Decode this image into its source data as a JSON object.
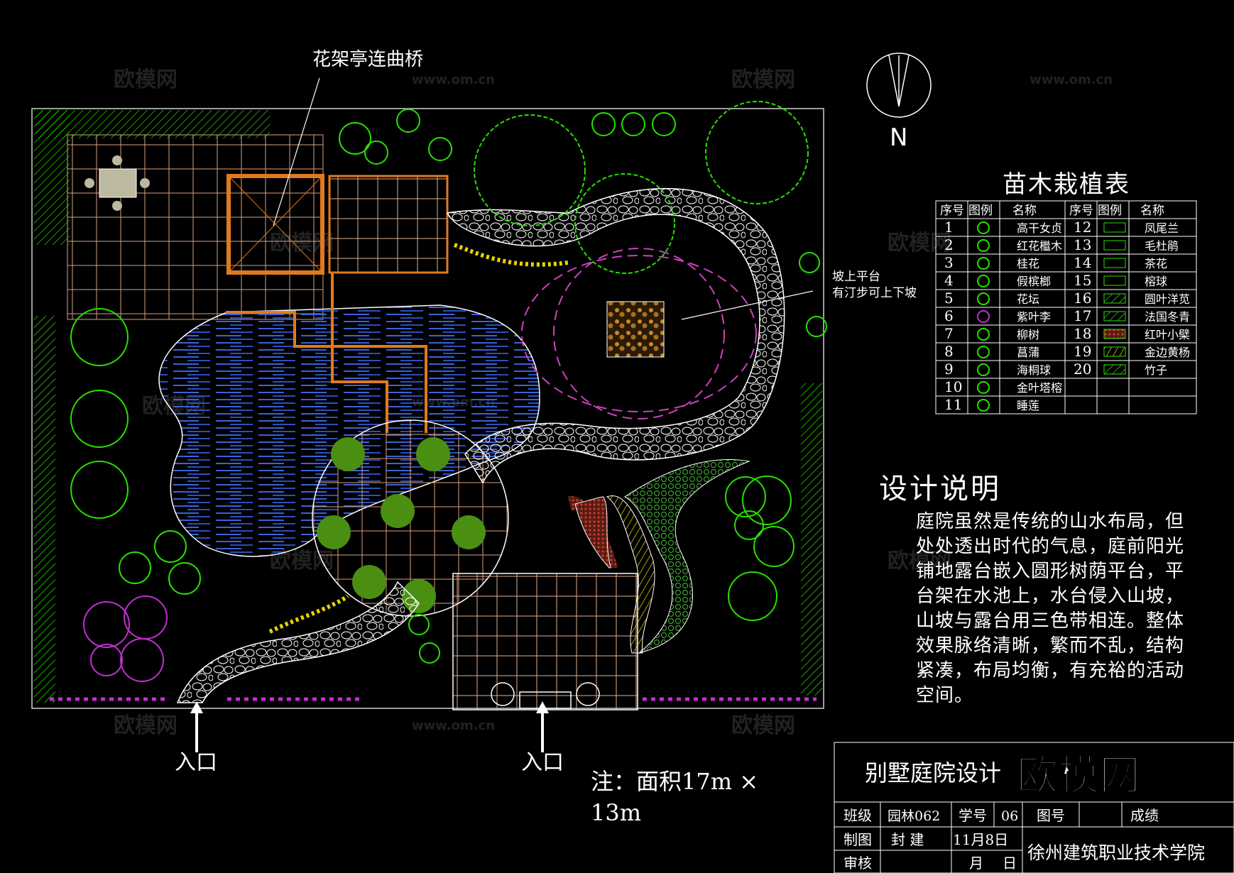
{
  "callouts": {
    "pavilion": "花架亭连曲桥",
    "platform_line1": "坡上平台",
    "platform_line2": "有汀步可上下坡"
  },
  "north_label": "N",
  "plant_table": {
    "title": "苗木栽植表",
    "headers": [
      "序号",
      "图例",
      "名称",
      "序号",
      "图例",
      "名称"
    ],
    "rows": [
      {
        "no1": "1",
        "name1": "高干女贞",
        "no2": "12",
        "name2": "凤尾兰"
      },
      {
        "no1": "2",
        "name1": "红花檵木",
        "no2": "13",
        "name2": "毛杜鹃"
      },
      {
        "no1": "3",
        "name1": "桂花",
        "no2": "14",
        "name2": "茶花"
      },
      {
        "no1": "4",
        "name1": "假槟榔",
        "no2": "15",
        "name2": "榕球"
      },
      {
        "no1": "5",
        "name1": "花坛",
        "no2": "16",
        "name2": "圆叶洋苋"
      },
      {
        "no1": "6",
        "name1": "紫叶李",
        "no2": "17",
        "name2": "法国冬青"
      },
      {
        "no1": "7",
        "name1": "柳树",
        "no2": "18",
        "name2": "红叶小檗"
      },
      {
        "no1": "8",
        "name1": "菖蒲",
        "no2": "19",
        "name2": "金边黄杨"
      },
      {
        "no1": "9",
        "name1": "海桐球",
        "no2": "20",
        "name2": "竹子"
      },
      {
        "no1": "10",
        "name1": "金叶塔榕",
        "no2": "",
        "name2": ""
      },
      {
        "no1": "11",
        "name1": "睡莲",
        "no2": "",
        "name2": ""
      }
    ]
  },
  "design_notes": {
    "title": "设计说明",
    "lines": [
      "庭院虽然是传统的山水布局，但",
      "处处透出时代的气息，庭前阳光",
      "铺地露台嵌入圆形树荫平台，平",
      "台架在水池上，水台侵入山坡，",
      "山坡与露台用三色带相连。整体",
      "效果脉络清晰，繁而不乱，结构",
      "紧凑，布局均衡，有充裕的活动",
      "空间。"
    ]
  },
  "entrances": {
    "left": "入口",
    "right": "入口"
  },
  "area_note": {
    "line1": "注：面积17m ×",
    "line2": "13m"
  },
  "title_block": {
    "project": "别墅庭院设计",
    "class_label": "班级",
    "class_value": "园林062",
    "student_no_label": "学号",
    "student_no_value": "06",
    "drawing_no_label": "图号",
    "grade_label": "成绩",
    "drawn_label": "制图",
    "drawn_value": "封 建",
    "date_value": "11月8日",
    "check_label": "审核",
    "month_label": "月",
    "day_label": "日",
    "school": "徐州建筑职业技术学院"
  },
  "watermarks": {
    "brand": "欧模网",
    "site": "www.om.cn",
    "big": "欧模网"
  },
  "colors": {
    "background": "#000000",
    "line": "#ffffff",
    "water": "#2f55c8",
    "timber": "#e07a1f",
    "plant_green": "#27e000",
    "plant_purple": "#c02fd0",
    "hedge_yellow": "#e6d600",
    "hedge_red": "#a03020",
    "pink_dash": "#d040c0"
  }
}
